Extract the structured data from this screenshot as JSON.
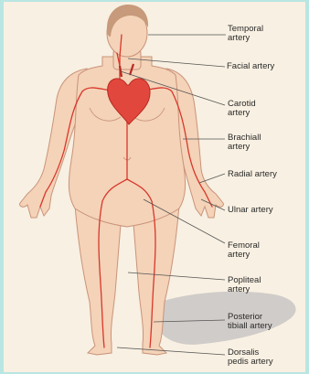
{
  "colors": {
    "background": "#b9e6e2",
    "panel": "#f8f0e2",
    "skin": "#f4d3b8",
    "skin_outline": "#c9937a",
    "artery": "#d9362b",
    "heart": "#e2473d",
    "hair": "#c69a7a",
    "shadow": "#c9c6c4",
    "leader_line": "#555555"
  },
  "labels": {
    "temporal": "Temporal\nartery",
    "facial": "Facial artery",
    "carotid": "Carotid\nartery",
    "brachial": "Brachiall\nartery",
    "radial": "Radial artery",
    "ulnar": "Ulnar artery",
    "femoral": "Femoral\nartery",
    "popliteal": "Popliteal\nartery",
    "posterior_tibial": "Posterior\ntibiall artery",
    "dorsalis_pedis": "Dorsalis\npedis artery"
  }
}
